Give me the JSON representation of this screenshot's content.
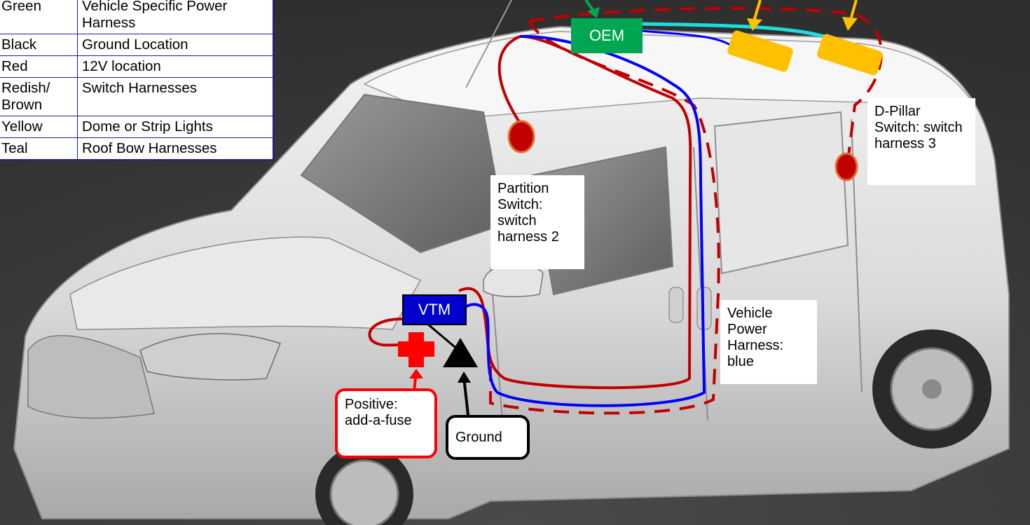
{
  "legend": {
    "rows": [
      {
        "color": "Green",
        "label": "Vehicle Specific Power Harness"
      },
      {
        "color": "Black",
        "label": "Ground Location"
      },
      {
        "color": "Red",
        "label": "12V location"
      },
      {
        "color": "Redish/ Brown",
        "label": "Switch Harnesses"
      },
      {
        "color": "Yellow",
        "label": "Dome or Strip Lights"
      },
      {
        "color": "Teal",
        "label": "Roof Bow Harnesses"
      }
    ]
  },
  "labels": {
    "oem": "OEM",
    "vtm": "VTM",
    "partition_switch": "Partition Switch: switch harness 2",
    "d_pillar_switch": "D-Pillar Switch: switch harness 3",
    "vehicle_power_harness": "Vehicle Power Harness: blue",
    "positive": "Positive: add-a-fuse",
    "ground": "Ground"
  },
  "colors": {
    "background": "#3c3c3c",
    "harness_red": "#c00000",
    "harness_blue": "#0000ff",
    "harness_teal": "#1fdcdc",
    "light_yellow": "#ffc000",
    "oem_green": "#00a651",
    "vtm_blue": "#0000cc",
    "switch_brown": "#b71c1c"
  }
}
